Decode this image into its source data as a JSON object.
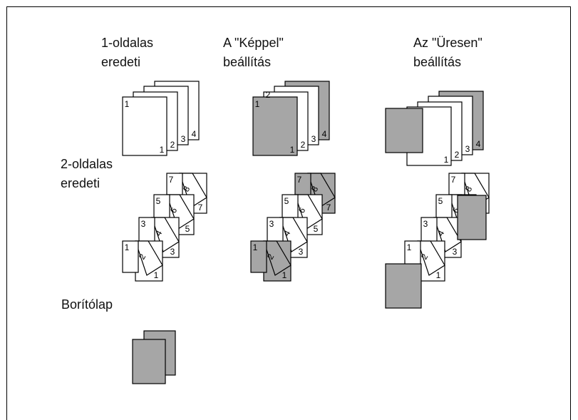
{
  "headers": {
    "col1_line1": "1-oldalas",
    "col1_line2": "eredeti",
    "col2_line1": "A \"Képpel\"",
    "col2_line2": "beállítás",
    "col3_line1": "Az \"Üresen\"",
    "col3_line2": "beállítás"
  },
  "rows": {
    "duplex_line1": "2-oldalas",
    "duplex_line2": "eredeti",
    "cover": "Borítólap"
  },
  "page_numbers": {
    "p1": "1",
    "p2": "2",
    "p3": "3",
    "p4": "4",
    "p5": "5",
    "p6": "6",
    "p7": "7",
    "p8": "8"
  },
  "colors": {
    "shaded": "#a6a6a6",
    "paper": "#ffffff",
    "line": "#000000"
  }
}
